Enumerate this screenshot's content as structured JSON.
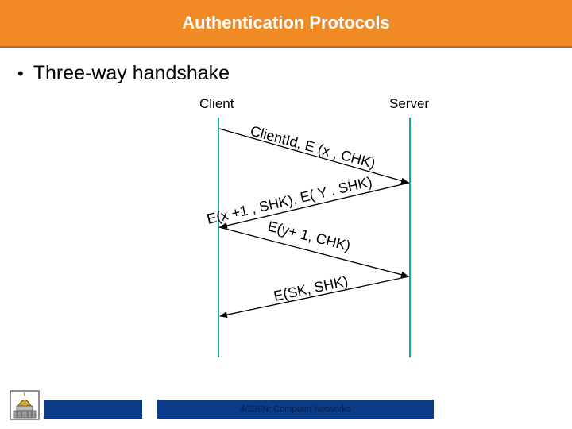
{
  "title": "Authentication Protocols",
  "bullet": "Three-way handshake",
  "labels": {
    "client": "Client",
    "server": "Server"
  },
  "messages": [
    {
      "text": "ClientId, E (x , CHK)",
      "direction": "client-to-server"
    },
    {
      "text": "E(x +1 , SHK), E( Y , SHK)",
      "direction": "server-to-client"
    },
    {
      "text": "E(y+ 1, CHK)",
      "direction": "client-to-server"
    },
    {
      "text": "E(SK, SHK)",
      "direction": "server-to-client"
    }
  ],
  "footer": {
    "text": "4/598N: Computer Networks"
  },
  "colors": {
    "title_bar": "#f08a24",
    "lifeline": "#1aa3a3",
    "footer_bar": "#0b3c8a"
  },
  "icons": {
    "logo": "dome-logo-icon"
  }
}
